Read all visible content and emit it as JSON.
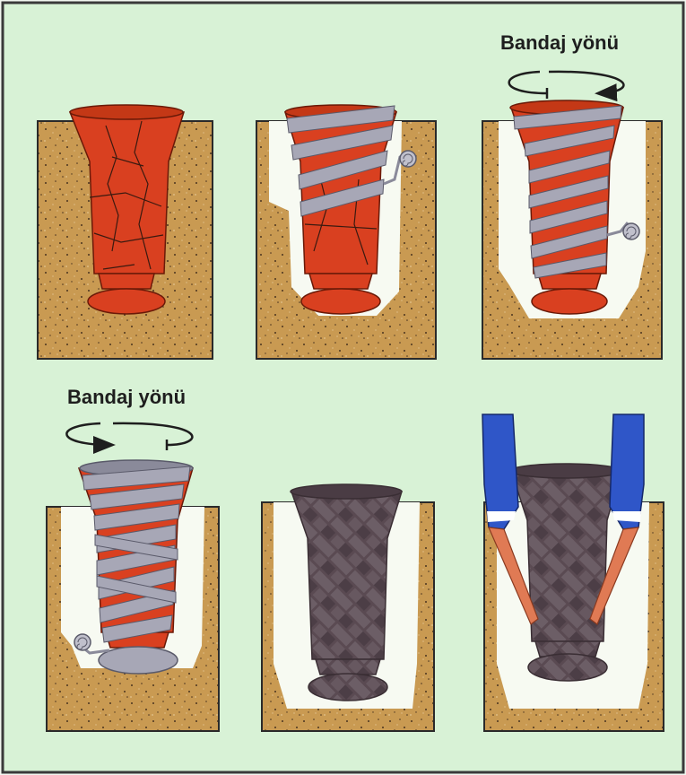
{
  "colors": {
    "background": "#d8f2d6",
    "frame": "#3a3a3a",
    "soil": "#c99a52",
    "soil_speck": "#4a3420",
    "cavity": "#f7faf2",
    "vase_red": "#d94020",
    "crack": "#3a1a10",
    "bandage": "#a7a7b6",
    "plaster": "#5a4a52",
    "sleeve": "#2f56c8",
    "hand": "#e07a54"
  },
  "panels": [
    {
      "step": 1,
      "bandage": "none",
      "direction_label": ""
    },
    {
      "step": 2,
      "bandage": "partial",
      "direction_label": ""
    },
    {
      "step": 3,
      "bandage": "spiral",
      "direction_label": "Bandaj yönü"
    },
    {
      "step": 4,
      "bandage": "full",
      "direction_label": "Bandaj yönü"
    },
    {
      "step": 5,
      "bandage": "plaster",
      "direction_label": ""
    },
    {
      "step": 6,
      "bandage": "lifted",
      "direction_label": ""
    }
  ],
  "icons": [
    "rotation-arrow-icon",
    "bandage-roll-icon",
    "hands-icon"
  ]
}
